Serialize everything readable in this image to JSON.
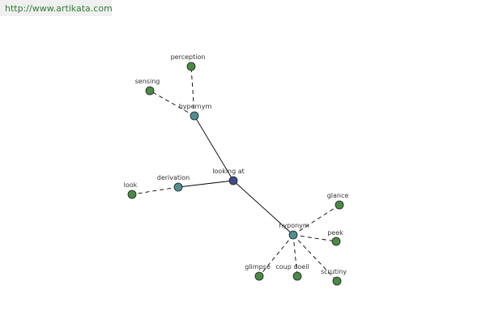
{
  "url": "http://www.artikata.com",
  "colors": {
    "root": "#3f4d8c",
    "relation": "#4f8f8f",
    "leaf": "#4a8a45",
    "edge": "#000000"
  },
  "graph": {
    "nodes": [
      {
        "id": "root",
        "label": "looking at",
        "kind": "root"
      },
      {
        "id": "hypernym",
        "label": "hypernym",
        "kind": "relation"
      },
      {
        "id": "derivation",
        "label": "derivation",
        "kind": "relation"
      },
      {
        "id": "hyponym",
        "label": "hyponym",
        "kind": "relation"
      },
      {
        "id": "perception",
        "label": "perception",
        "kind": "leaf"
      },
      {
        "id": "sensing",
        "label": "sensing",
        "kind": "leaf"
      },
      {
        "id": "look",
        "label": "look",
        "kind": "leaf"
      },
      {
        "id": "glance",
        "label": "glance",
        "kind": "leaf"
      },
      {
        "id": "peek",
        "label": "peek",
        "kind": "leaf"
      },
      {
        "id": "glimpse",
        "label": "glimpse",
        "kind": "leaf"
      },
      {
        "id": "coup_doeil",
        "label": "coup doeil",
        "kind": "leaf"
      },
      {
        "id": "scrutiny",
        "label": "scrutiny",
        "kind": "leaf"
      }
    ],
    "edges": [
      {
        "from": "root",
        "to": "hypernym",
        "style": "solid"
      },
      {
        "from": "root",
        "to": "derivation",
        "style": "solid"
      },
      {
        "from": "root",
        "to": "hyponym",
        "style": "solid"
      },
      {
        "from": "hypernym",
        "to": "perception",
        "style": "dashed"
      },
      {
        "from": "hypernym",
        "to": "sensing",
        "style": "dashed"
      },
      {
        "from": "derivation",
        "to": "look",
        "style": "dashed"
      },
      {
        "from": "hyponym",
        "to": "glance",
        "style": "dashed"
      },
      {
        "from": "hyponym",
        "to": "peek",
        "style": "dashed"
      },
      {
        "from": "hyponym",
        "to": "glimpse",
        "style": "dashed"
      },
      {
        "from": "hyponym",
        "to": "coup_doeil",
        "style": "dashed"
      },
      {
        "from": "hyponym",
        "to": "scrutiny",
        "style": "dashed"
      }
    ]
  }
}
